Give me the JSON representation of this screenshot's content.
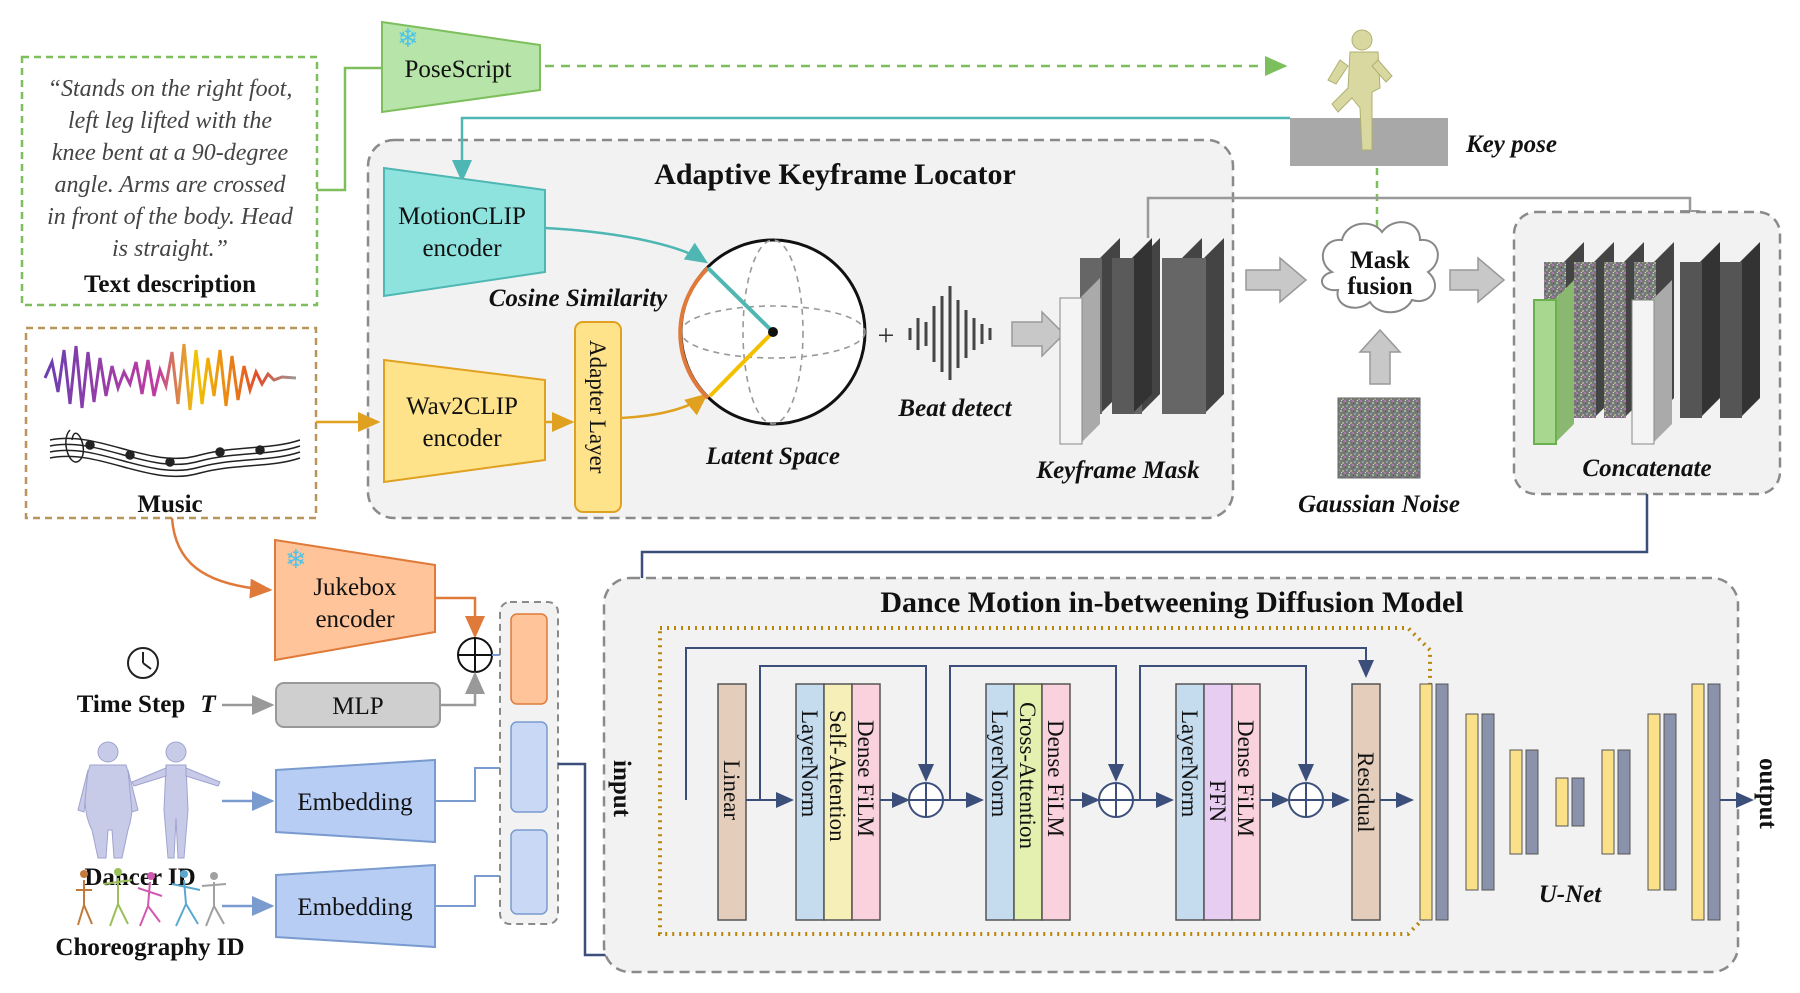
{
  "text_description": {
    "lines": [
      "“Stands on the right foot,",
      "left leg lifted with the",
      "knee bent at a 90-degree",
      "angle. Arms are crossed",
      "in front of the body. Head",
      "is straight.”"
    ],
    "label": "Text description"
  },
  "posescript": {
    "label": "PoseScript"
  },
  "key_pose": {
    "label": "Key pose"
  },
  "akl": {
    "title": "Adaptive Keyframe Locator",
    "motionclip": [
      "MotionCLIP",
      "encoder"
    ],
    "wav2clip": [
      "Wav2CLIP",
      "encoder"
    ],
    "adapter": "Adapter Layer",
    "cosine": "Cosine Similarity",
    "latent": "Latent Space",
    "plus": "+",
    "beat": "Beat detect",
    "keyframe_mask": "Keyframe Mask"
  },
  "mask_fusion": [
    "Mask",
    "fusion"
  ],
  "gaussian": "Gaussian Noise",
  "concatenate": "Concatenate",
  "music": {
    "label": "Music"
  },
  "jukebox": [
    "Jukebox",
    "encoder"
  ],
  "time_step": {
    "label": "Time Step",
    "symbol": "T"
  },
  "mlp": "MLP",
  "embedding_1": "Embedding",
  "embedding_2": "Embedding",
  "dancer_id": "Dancer ID",
  "choreo_id": "Choreography ID",
  "dmd": {
    "title": "Dance Motion in-betweening Diffusion Model",
    "input": "input",
    "output": "output",
    "linear": "Linear",
    "block1": [
      "LayerNorm",
      "Self-Attention",
      "Dense FiLM"
    ],
    "block2": [
      "LayerNorm",
      "Cross-Attention",
      "Dense FiLM"
    ],
    "block3": [
      "LayerNorm",
      "FFN",
      "Dense FiLM"
    ],
    "residual": "Residual",
    "unet": "U-Net"
  },
  "colors": {
    "posescript": "#b7e4a8",
    "motionclip": "#8fe3df",
    "wav2clip": "#ffe38a",
    "jukebox": "#ffc49a",
    "embedding": "#b8cdf3",
    "panel": "#f2f2f2",
    "unet_yellow": "#fbe08a",
    "unet_slate": "#8a92ac",
    "dotted_gold": "#b8860b"
  }
}
